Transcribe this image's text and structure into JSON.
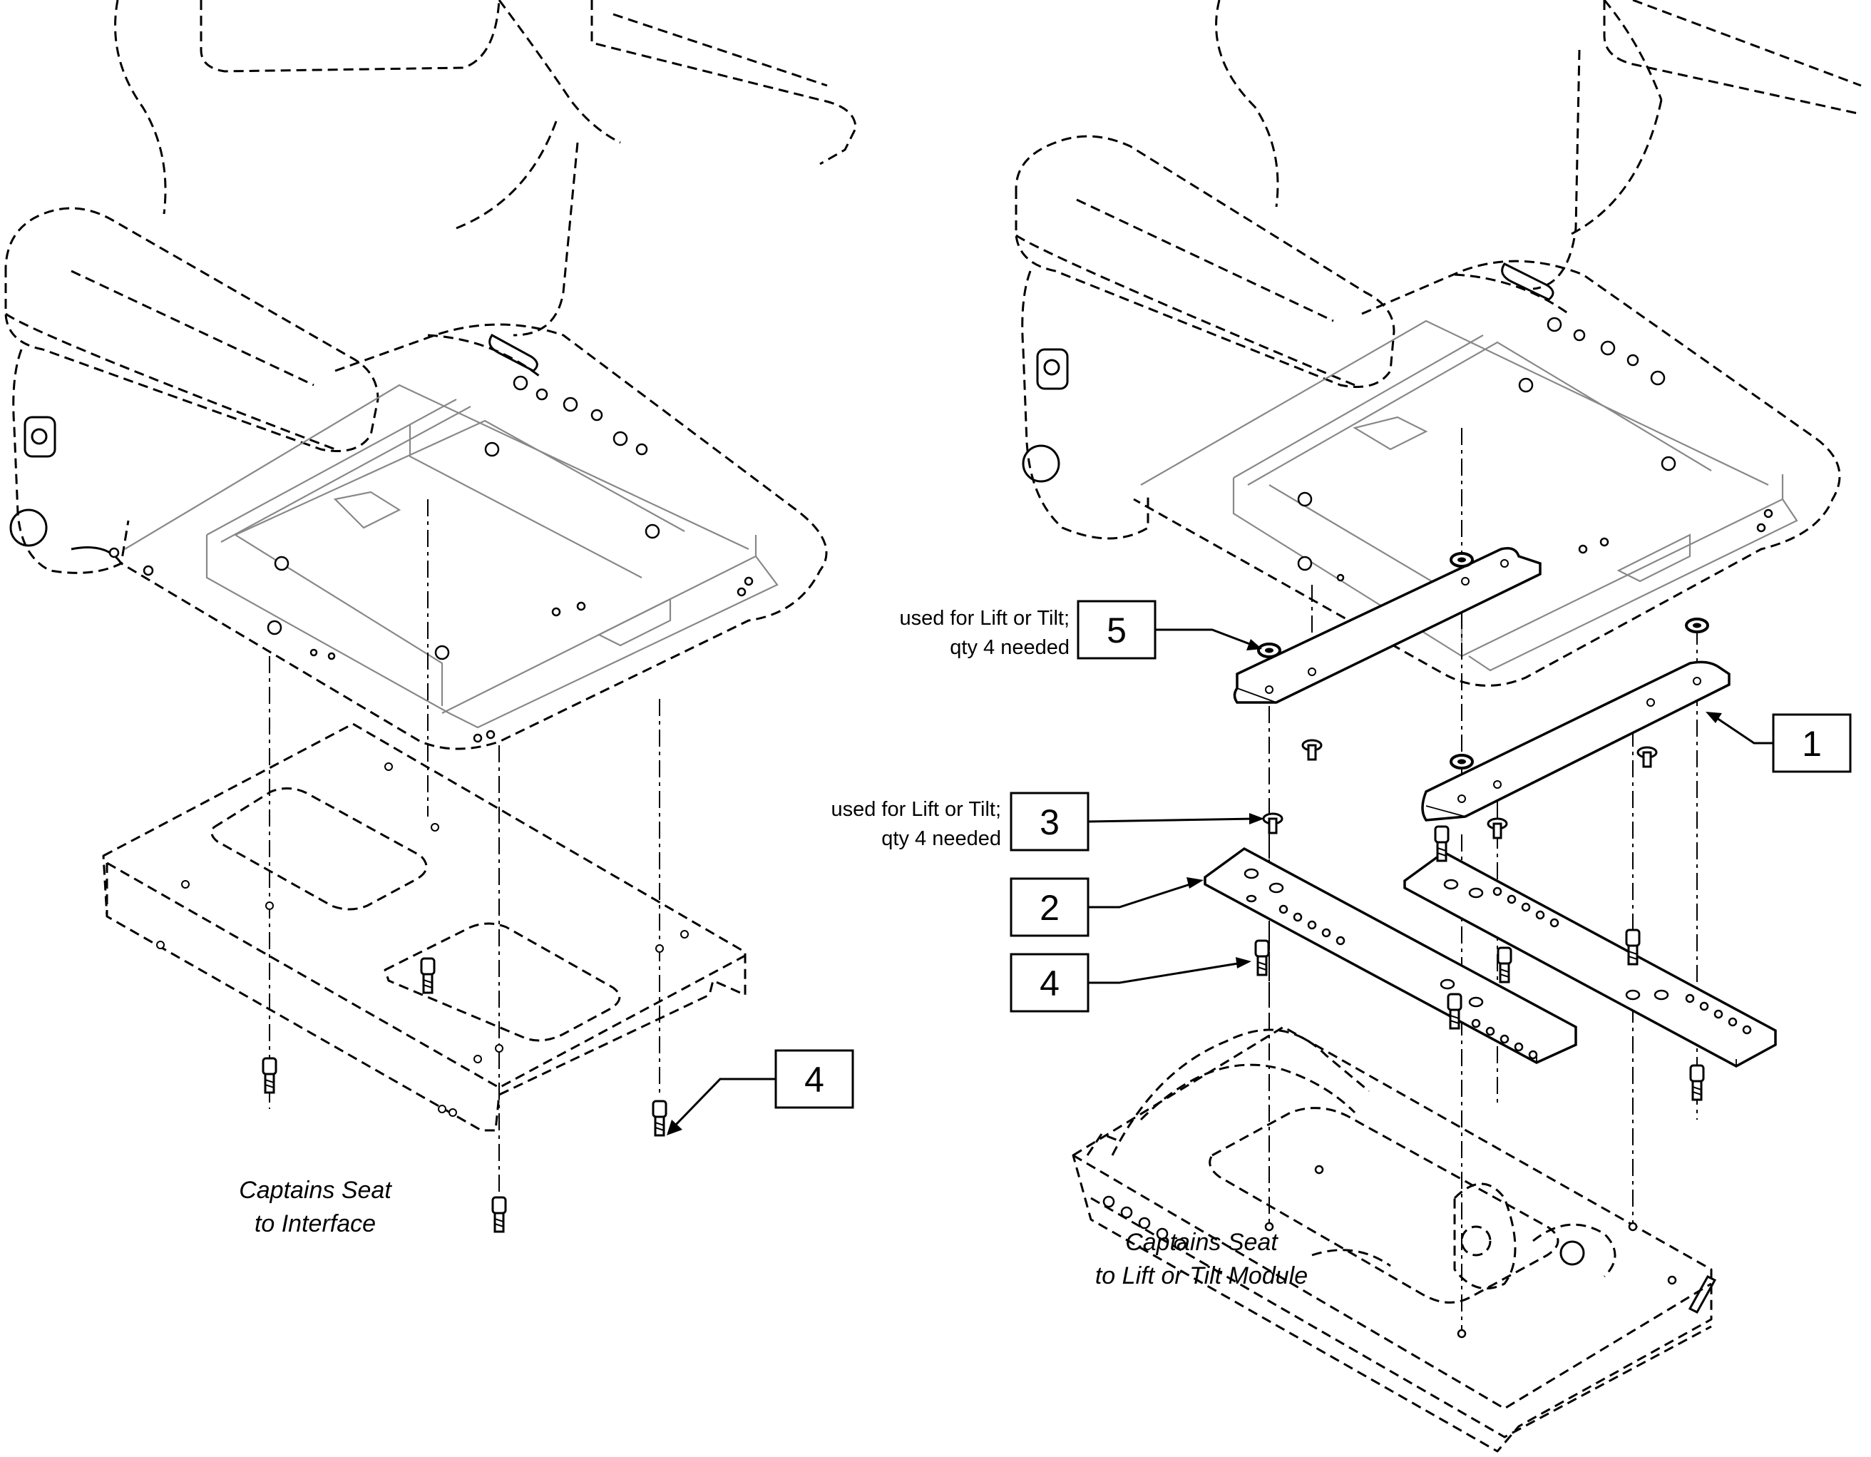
{
  "diagrams": [
    {
      "caption_lines": [
        "Captains Seat",
        "to Interface"
      ],
      "callouts": [
        {
          "number": "4"
        }
      ]
    },
    {
      "caption_lines": [
        "Captains Seat",
        "to Lift or Tilt Module"
      ],
      "callouts": [
        {
          "number": "1"
        },
        {
          "number": "2"
        },
        {
          "number": "3",
          "note_lines": [
            "used for Lift or Tilt;",
            "qty 4 needed"
          ]
        },
        {
          "number": "4"
        },
        {
          "number": "5",
          "note_lines": [
            "used for Lift or Tilt;",
            "qty 4 needed"
          ]
        }
      ]
    }
  ]
}
